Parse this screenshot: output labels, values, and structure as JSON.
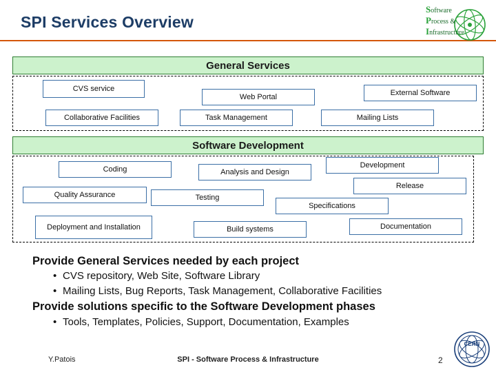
{
  "slide": {
    "title": "SPI Services Overview",
    "logo": {
      "line1_cap": "S",
      "line1_rest": "oftware",
      "line2_cap": "P",
      "line2_rest": "rocess &",
      "line3_cap": "I",
      "line3_rest": "nfrastructure"
    }
  },
  "sections": [
    {
      "heading": "General Services",
      "items": [
        {
          "label": "CVS service"
        },
        {
          "label": "Web Portal"
        },
        {
          "label": "External Software"
        },
        {
          "label": "Collaborative Facilities"
        },
        {
          "label": "Task Management"
        },
        {
          "label": "Mailing Lists"
        }
      ]
    },
    {
      "heading": "Software Development",
      "items": [
        {
          "label": "Coding"
        },
        {
          "label": "Analysis and Design"
        },
        {
          "label": "Development"
        },
        {
          "label": "Quality Assurance"
        },
        {
          "label": "Testing"
        },
        {
          "label": "Release"
        },
        {
          "label": "Specifications"
        },
        {
          "label": "Deployment and Installation"
        },
        {
          "label": "Build systems"
        },
        {
          "label": "Documentation"
        }
      ]
    }
  ],
  "body": {
    "lead1": "Provide General Services needed by each project",
    "bullet1": "CVS repository, Web Site, Software Library",
    "bullet2": "Mailing Lists, Bug Reports, Task Management, Collaborative Facilities",
    "lead2": "Provide solutions specific to the Software Development phases",
    "bullet3": "Tools, Templates, Policies, Support, Documentation, Examples",
    "bullet_glyph": "•"
  },
  "footer": {
    "author": "Y.Patois",
    "center": "SPI - Software Process & Infrastructure",
    "page": "2"
  },
  "colors": {
    "title": "#1d3d66",
    "rule": "#d4560a",
    "section_fill": "#ccf2cc",
    "section_border": "#2e7d32",
    "item_border": "#3a6ea5"
  }
}
